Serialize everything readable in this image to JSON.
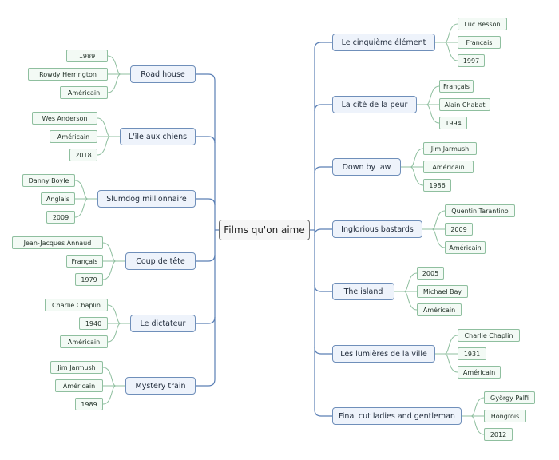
{
  "root": {
    "label": "Films qu'on aime"
  },
  "branches": [
    {
      "label": "Road house",
      "side": "left",
      "children": [
        "1989",
        "Rowdy Herrington",
        "Américain"
      ]
    },
    {
      "label": "L'île aux chiens",
      "side": "left",
      "children": [
        "Wes Anderson",
        "Américain",
        "2018"
      ]
    },
    {
      "label": "Slumdog millionnaire",
      "side": "left",
      "children": [
        "Danny Boyle",
        "Anglais",
        "2009"
      ]
    },
    {
      "label": "Coup de tête",
      "side": "left",
      "children": [
        "Jean-Jacques Annaud",
        "Français",
        "1979"
      ]
    },
    {
      "label": "Le dictateur",
      "side": "left",
      "children": [
        "Charlie Chaplin",
        "1940",
        "Américain"
      ]
    },
    {
      "label": "Mystery train",
      "side": "left",
      "children": [
        "Jim Jarmush",
        "Américain",
        "1989"
      ]
    },
    {
      "label": "Le cinquième élément",
      "side": "right",
      "children": [
        "Luc Besson",
        "Français",
        "1997"
      ]
    },
    {
      "label": "La cité de la peur",
      "side": "right",
      "children": [
        "Français",
        "Alain Chabat",
        "1994"
      ]
    },
    {
      "label": "Down by law",
      "side": "right",
      "children": [
        "Jim Jarmush",
        "Américain",
        "1986"
      ]
    },
    {
      "label": "Inglorious bastards",
      "side": "right",
      "children": [
        "Quentin Tarantino",
        "2009",
        "Américain"
      ]
    },
    {
      "label": "The island",
      "side": "right",
      "children": [
        "2005",
        "Michael Bay",
        "Américain"
      ]
    },
    {
      "label": "Les lumières de la ville",
      "side": "right",
      "children": [
        "Charlie Chaplin",
        "1931",
        "Américain"
      ]
    },
    {
      "label": "Final cut ladies and gentleman",
      "side": "right",
      "children": [
        "György Palfi",
        "Hongrois",
        "2012"
      ]
    }
  ],
  "colors": {
    "connector": "#5a7fb5",
    "leaf_connector": "#8fbf9f",
    "root_border": "#6b6b6b"
  }
}
